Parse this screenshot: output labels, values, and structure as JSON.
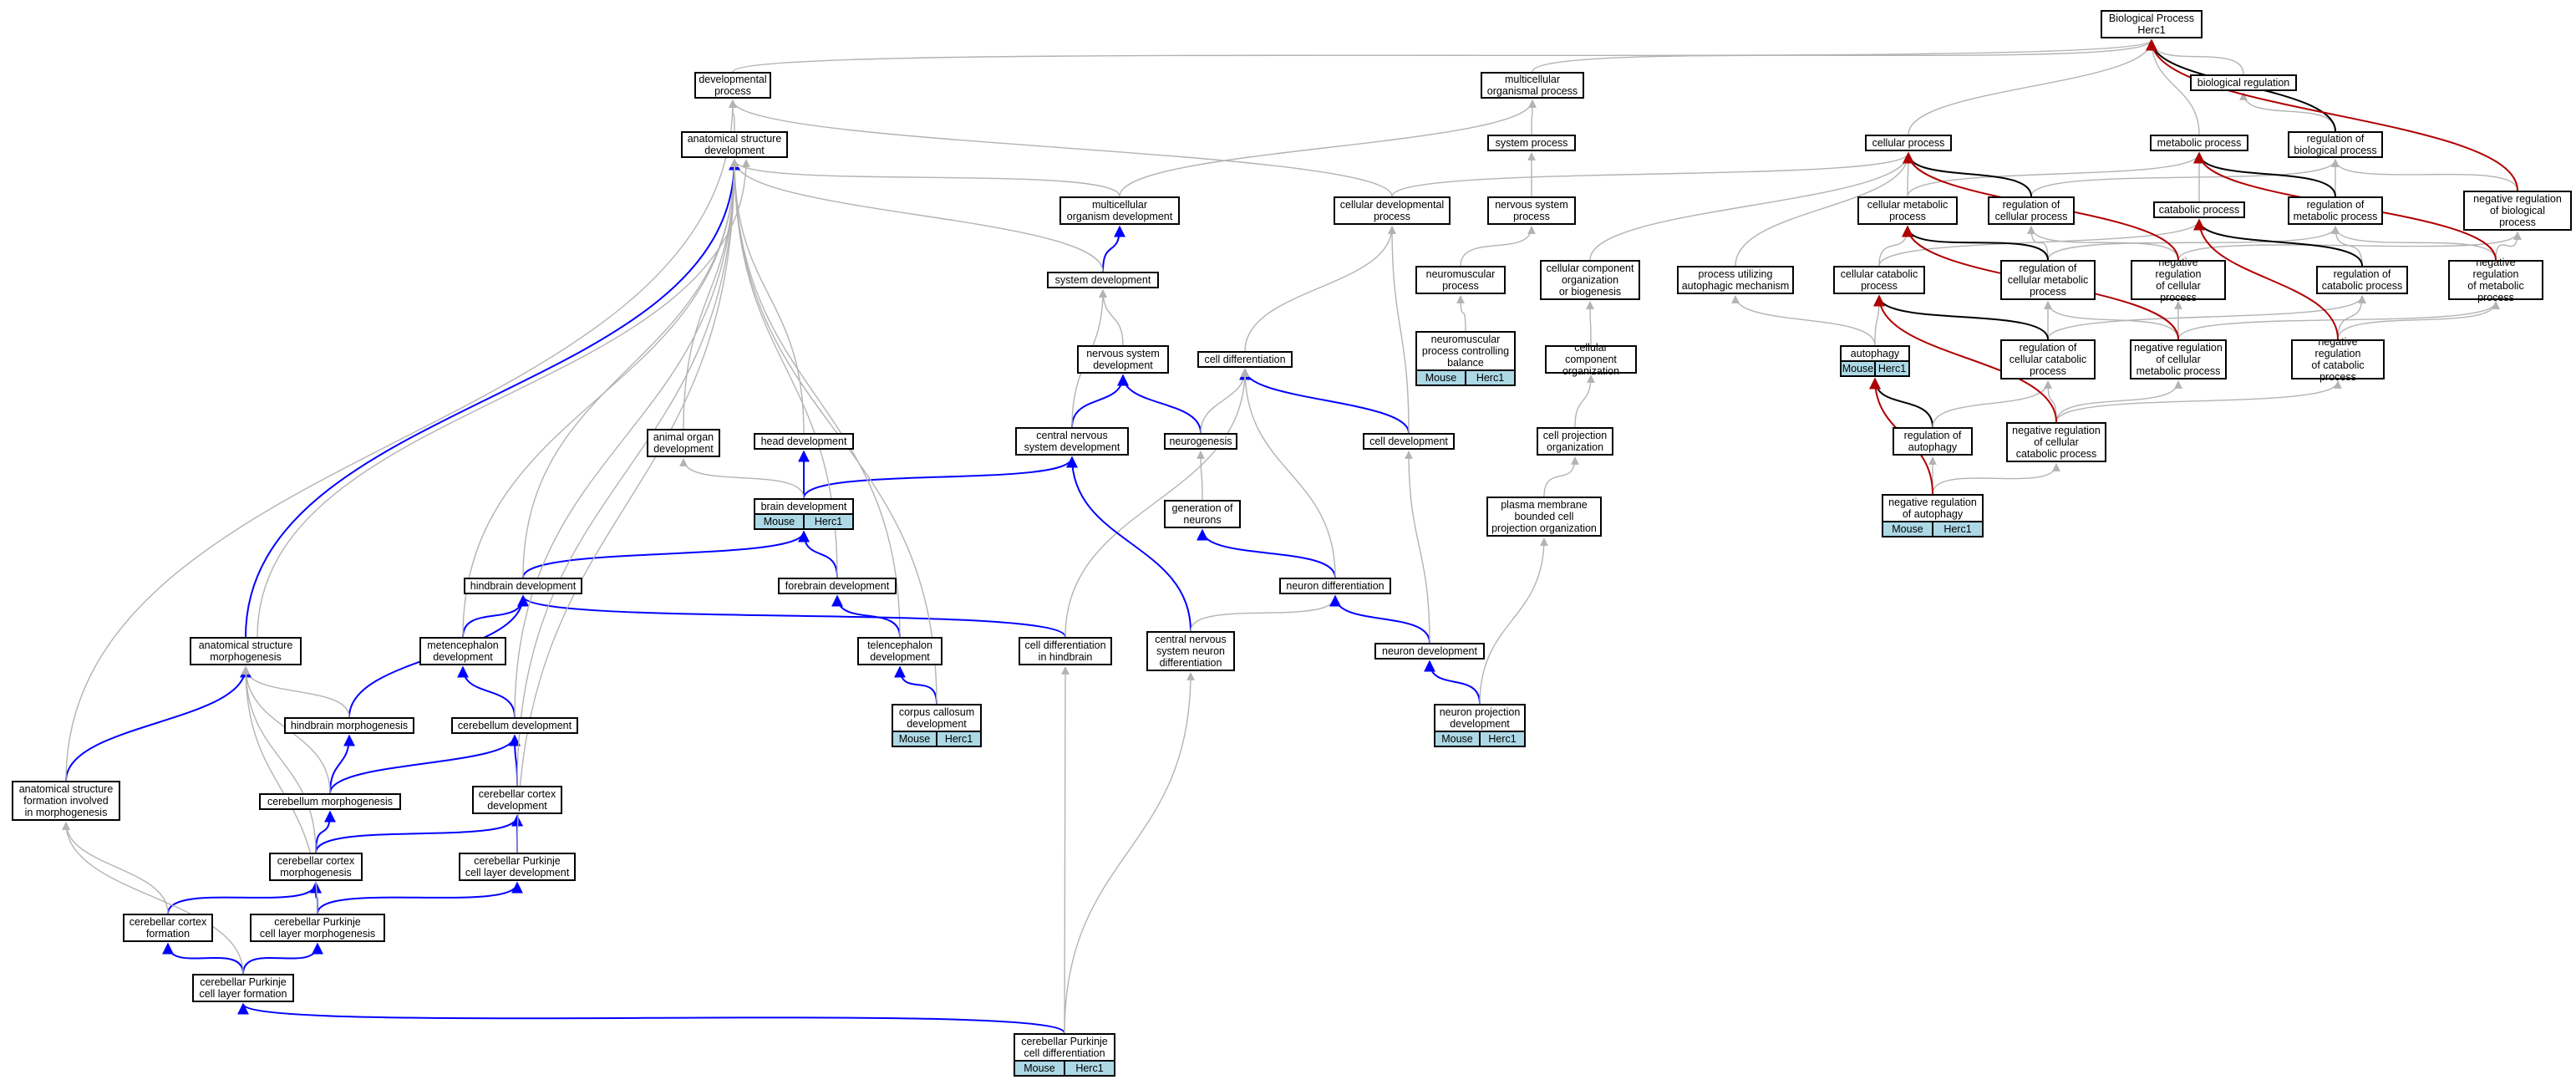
{
  "graph_title": "Biological Process\nHerc1",
  "annotation_labels": [
    "Mouse",
    "Herc1"
  ],
  "edge_colors": {
    "is_a": "#b3b3b3",
    "part_of": "#0000ff",
    "regulates": "#000000",
    "negatively_regulates": "#b00000"
  },
  "nodes": [
    {
      "id": "root",
      "label": "Biological Process\nHerc1"
    },
    {
      "id": "dev_process",
      "label": "developmental\nprocess"
    },
    {
      "id": "multicell_process",
      "label": "multicellular\norganismal process"
    },
    {
      "id": "bio_reg",
      "label": "biological regulation"
    },
    {
      "id": "anat_dev",
      "label": "anatomical structure\ndevelopment"
    },
    {
      "id": "system_process",
      "label": "system process"
    },
    {
      "id": "cellular_process",
      "label": "cellular process"
    },
    {
      "id": "metabolic_process",
      "label": "metabolic process"
    },
    {
      "id": "reg_bio_process",
      "label": "regulation of\nbiological process"
    },
    {
      "id": "multicell_dev",
      "label": "multicellular\norganism development"
    },
    {
      "id": "cell_dev_process",
      "label": "cellular developmental\nprocess"
    },
    {
      "id": "nervous_sys_process",
      "label": "nervous system\nprocess"
    },
    {
      "id": "cell_metab",
      "label": "cellular metabolic\nprocess"
    },
    {
      "id": "reg_cell_process",
      "label": "regulation of\ncellular process"
    },
    {
      "id": "catabolic",
      "label": "catabolic process"
    },
    {
      "id": "reg_metab",
      "label": "regulation of\nmetabolic process"
    },
    {
      "id": "neg_reg_bio",
      "label": "negative regulation\nof biological\nprocess"
    },
    {
      "id": "system_dev",
      "label": "system development"
    },
    {
      "id": "neuromuscular",
      "label": "neuromuscular\nprocess"
    },
    {
      "id": "cell_comp_org_biogen",
      "label": "cellular component\norganization\nor biogenesis"
    },
    {
      "id": "autophagic_mech",
      "label": "process utilizing\nautophagic mechanism"
    },
    {
      "id": "cell_catabolic",
      "label": "cellular catabolic\nprocess"
    },
    {
      "id": "reg_cell_metab",
      "label": "regulation of\ncellular metabolic\nprocess"
    },
    {
      "id": "neg_reg_cell",
      "label": "negative regulation\nof cellular\nprocess"
    },
    {
      "id": "reg_catab",
      "label": "regulation of\ncatabolic process"
    },
    {
      "id": "neg_reg_metab",
      "label": "negative regulation\nof metabolic\nprocess"
    },
    {
      "id": "nervous_sys_dev",
      "label": "nervous system\ndevelopment"
    },
    {
      "id": "cell_diff",
      "label": "cell differentiation"
    },
    {
      "id": "neuromuscular_balance",
      "label": "neuromuscular\nprocess controlling\nbalance",
      "annotated": true
    },
    {
      "id": "cell_comp_org",
      "label": "cellular component\norganization"
    },
    {
      "id": "autophagy",
      "label": "autophagy",
      "annotated": true
    },
    {
      "id": "reg_cell_catab",
      "label": "regulation of\ncellular catabolic\nprocess"
    },
    {
      "id": "neg_reg_cell_metab",
      "label": "negative regulation\nof cellular\nmetabolic process"
    },
    {
      "id": "neg_reg_catab",
      "label": "negative regulation\nof catabolic\nprocess"
    },
    {
      "id": "animal_organ_dev",
      "label": "animal organ\ndevelopment"
    },
    {
      "id": "head_dev",
      "label": "head development"
    },
    {
      "id": "cns_dev",
      "label": "central nervous\nsystem development"
    },
    {
      "id": "neurogenesis",
      "label": "neurogenesis"
    },
    {
      "id": "cell_development",
      "label": "cell development"
    },
    {
      "id": "cell_proj_org",
      "label": "cell projection\norganization"
    },
    {
      "id": "reg_autophagy",
      "label": "regulation of\nautophagy"
    },
    {
      "id": "neg_reg_cell_catab",
      "label": "negative regulation\nof cellular\ncatabolic process"
    },
    {
      "id": "brain_dev",
      "label": "brain development",
      "annotated": true
    },
    {
      "id": "gen_neurons",
      "label": "generation of\nneurons"
    },
    {
      "id": "pm_bounded",
      "label": "plasma membrane\nbounded cell\nprojection organization"
    },
    {
      "id": "neg_reg_autophagy",
      "label": "negative regulation\nof autophagy",
      "annotated": true
    },
    {
      "id": "hindbrain_dev",
      "label": "hindbrain development"
    },
    {
      "id": "forebrain_dev",
      "label": "forebrain development"
    },
    {
      "id": "neuron_diff",
      "label": "neuron differentiation"
    },
    {
      "id": "anat_morph",
      "label": "anatomical structure\nmorphogenesis"
    },
    {
      "id": "metencephalon",
      "label": "metencephalon\ndevelopment"
    },
    {
      "id": "telencephalon",
      "label": "telencephalon\ndevelopment"
    },
    {
      "id": "cell_diff_hindbrain",
      "label": "cell differentiation\nin hindbrain"
    },
    {
      "id": "cns_neuron_diff",
      "label": "central nervous\nsystem neuron\ndifferentiation"
    },
    {
      "id": "neuron_development",
      "label": "neuron development"
    },
    {
      "id": "corpus_callosum",
      "label": "corpus callosum\ndevelopment",
      "annotated": true
    },
    {
      "id": "neuron_proj_dev",
      "label": "neuron projection\ndevelopment",
      "annotated": true
    },
    {
      "id": "hindbrain_morph",
      "label": "hindbrain morphogenesis"
    },
    {
      "id": "cerebellum_dev",
      "label": "cerebellum development"
    },
    {
      "id": "anat_formation",
      "label": "anatomical structure\nformation involved\nin morphogenesis"
    },
    {
      "id": "cerebellum_morph",
      "label": "cerebellum morphogenesis"
    },
    {
      "id": "cereb_cortex_dev",
      "label": "cerebellar cortex\ndevelopment"
    },
    {
      "id": "cereb_cortex_morph",
      "label": "cerebellar cortex\nmorphogenesis"
    },
    {
      "id": "purkinje_layer_dev",
      "label": "cerebellar Purkinje\ncell layer development"
    },
    {
      "id": "cereb_cortex_formation",
      "label": "cerebellar cortex\nformation"
    },
    {
      "id": "purkinje_layer_morph",
      "label": "cerebellar Purkinje\ncell layer morphogenesis"
    },
    {
      "id": "purkinje_layer_formation",
      "label": "cerebellar Purkinje\ncell layer formation"
    },
    {
      "id": "purkinje_cell_diff",
      "label": "cerebellar Purkinje\ncell differentiation",
      "annotated": true
    }
  ],
  "edges": [
    [
      "dev_process",
      "root",
      "is_a"
    ],
    [
      "multicell_process",
      "root",
      "is_a"
    ],
    [
      "bio_reg",
      "root",
      "is_a"
    ],
    [
      "cellular_process",
      "root",
      "is_a"
    ],
    [
      "metabolic_process",
      "root",
      "is_a"
    ],
    [
      "reg_bio_process",
      "bio_reg",
      "is_a"
    ],
    [
      "reg_bio_process",
      "root",
      "regulates"
    ],
    [
      "neg_reg_bio",
      "reg_bio_process",
      "is_a"
    ],
    [
      "neg_reg_bio",
      "root",
      "negatively_regulates"
    ],
    [
      "anat_dev",
      "dev_process",
      "is_a"
    ],
    [
      "system_process",
      "multicell_process",
      "is_a"
    ],
    [
      "multicell_dev",
      "multicell_process",
      "is_a"
    ],
    [
      "multicell_dev",
      "anat_dev",
      "is_a"
    ],
    [
      "cell_dev_process",
      "dev_process",
      "is_a"
    ],
    [
      "cell_dev_process",
      "cellular_process",
      "is_a"
    ],
    [
      "nervous_sys_process",
      "system_process",
      "is_a"
    ],
    [
      "cell_metab",
      "cellular_process",
      "is_a"
    ],
    [
      "cell_metab",
      "metabolic_process",
      "is_a"
    ],
    [
      "reg_cell_process",
      "reg_bio_process",
      "is_a"
    ],
    [
      "reg_cell_process",
      "cellular_process",
      "regulates"
    ],
    [
      "catabolic",
      "metabolic_process",
      "is_a"
    ],
    [
      "reg_metab",
      "reg_bio_process",
      "is_a"
    ],
    [
      "reg_metab",
      "metabolic_process",
      "regulates"
    ],
    [
      "system_dev",
      "multicell_dev",
      "part_of"
    ],
    [
      "system_dev",
      "anat_dev",
      "is_a"
    ],
    [
      "neuromuscular",
      "nervous_sys_process",
      "is_a"
    ],
    [
      "cell_comp_org_biogen",
      "cellular_process",
      "is_a"
    ],
    [
      "autophagic_mech",
      "cellular_process",
      "is_a"
    ],
    [
      "cell_catabolic",
      "cell_metab",
      "is_a"
    ],
    [
      "cell_catabolic",
      "catabolic",
      "is_a"
    ],
    [
      "reg_cell_metab",
      "reg_cell_process",
      "is_a"
    ],
    [
      "reg_cell_metab",
      "reg_metab",
      "is_a"
    ],
    [
      "reg_cell_metab",
      "cell_metab",
      "regulates"
    ],
    [
      "neg_reg_cell",
      "reg_cell_process",
      "is_a"
    ],
    [
      "neg_reg_cell",
      "neg_reg_bio",
      "is_a"
    ],
    [
      "neg_reg_cell",
      "cellular_process",
      "negatively_regulates"
    ],
    [
      "reg_catab",
      "reg_metab",
      "is_a"
    ],
    [
      "reg_catab",
      "catabolic",
      "regulates"
    ],
    [
      "neg_reg_metab",
      "reg_metab",
      "is_a"
    ],
    [
      "neg_reg_metab",
      "neg_reg_bio",
      "is_a"
    ],
    [
      "neg_reg_metab",
      "metabolic_process",
      "negatively_regulates"
    ],
    [
      "nervous_sys_dev",
      "system_dev",
      "is_a"
    ],
    [
      "cell_diff",
      "cell_dev_process",
      "is_a"
    ],
    [
      "neuromuscular_balance",
      "neuromuscular",
      "is_a"
    ],
    [
      "cell_comp_org",
      "cell_comp_org_biogen",
      "is_a"
    ],
    [
      "autophagy",
      "cell_catabolic",
      "is_a"
    ],
    [
      "autophagy",
      "autophagic_mech",
      "is_a"
    ],
    [
      "reg_cell_catab",
      "reg_cell_metab",
      "is_a"
    ],
    [
      "reg_cell_catab",
      "reg_catab",
      "is_a"
    ],
    [
      "reg_cell_catab",
      "cell_catabolic",
      "regulates"
    ],
    [
      "neg_reg_cell_metab",
      "reg_cell_metab",
      "is_a"
    ],
    [
      "neg_reg_cell_metab",
      "neg_reg_cell",
      "is_a"
    ],
    [
      "neg_reg_cell_metab",
      "neg_reg_metab",
      "is_a"
    ],
    [
      "neg_reg_cell_metab",
      "cell_metab",
      "negatively_regulates"
    ],
    [
      "neg_reg_catab",
      "reg_catab",
      "is_a"
    ],
    [
      "neg_reg_catab",
      "neg_reg_metab",
      "is_a"
    ],
    [
      "neg_reg_catab",
      "catabolic",
      "negatively_regulates"
    ],
    [
      "animal_organ_dev",
      "anat_dev",
      "is_a"
    ],
    [
      "head_dev",
      "anat_dev",
      "is_a"
    ],
    [
      "cns_dev",
      "nervous_sys_dev",
      "part_of"
    ],
    [
      "cns_dev",
      "system_dev",
      "is_a"
    ],
    [
      "neurogenesis",
      "nervous_sys_dev",
      "part_of"
    ],
    [
      "neurogenesis",
      "cell_diff",
      "is_a"
    ],
    [
      "cell_development",
      "cell_diff",
      "part_of"
    ],
    [
      "cell_development",
      "cell_dev_process",
      "is_a"
    ],
    [
      "cell_proj_org",
      "cell_comp_org",
      "is_a"
    ],
    [
      "reg_autophagy",
      "autophagy",
      "regulates"
    ],
    [
      "reg_autophagy",
      "reg_cell_catab",
      "is_a"
    ],
    [
      "neg_reg_cell_catab",
      "reg_cell_catab",
      "is_a"
    ],
    [
      "neg_reg_cell_catab",
      "neg_reg_cell_metab",
      "is_a"
    ],
    [
      "neg_reg_cell_catab",
      "neg_reg_catab",
      "is_a"
    ],
    [
      "neg_reg_cell_catab",
      "cell_catabolic",
      "negatively_regulates"
    ],
    [
      "brain_dev",
      "head_dev",
      "part_of"
    ],
    [
      "brain_dev",
      "cns_dev",
      "part_of"
    ],
    [
      "brain_dev",
      "animal_organ_dev",
      "is_a"
    ],
    [
      "gen_neurons",
      "neurogenesis",
      "is_a"
    ],
    [
      "pm_bounded",
      "cell_proj_org",
      "is_a"
    ],
    [
      "neg_reg_autophagy",
      "reg_autophagy",
      "is_a"
    ],
    [
      "neg_reg_autophagy",
      "neg_reg_cell_catab",
      "is_a"
    ],
    [
      "neg_reg_autophagy",
      "autophagy",
      "negatively_regulates"
    ],
    [
      "hindbrain_dev",
      "brain_dev",
      "part_of"
    ],
    [
      "hindbrain_dev",
      "anat_dev",
      "is_a"
    ],
    [
      "forebrain_dev",
      "brain_dev",
      "part_of"
    ],
    [
      "forebrain_dev",
      "anat_dev",
      "is_a"
    ],
    [
      "neuron_diff",
      "gen_neurons",
      "part_of"
    ],
    [
      "neuron_diff",
      "cell_diff",
      "is_a"
    ],
    [
      "anat_morph",
      "anat_dev",
      "part_of"
    ],
    [
      "anat_morph",
      "anat_dev",
      "is_a"
    ],
    [
      "metencephalon",
      "hindbrain_dev",
      "part_of"
    ],
    [
      "metencephalon",
      "anat_dev",
      "is_a"
    ],
    [
      "telencephalon",
      "forebrain_dev",
      "part_of"
    ],
    [
      "telencephalon",
      "anat_dev",
      "is_a"
    ],
    [
      "cell_diff_hindbrain",
      "hindbrain_dev",
      "part_of"
    ],
    [
      "cell_diff_hindbrain",
      "cell_diff",
      "is_a"
    ],
    [
      "cns_neuron_diff",
      "cns_dev",
      "part_of"
    ],
    [
      "cns_neuron_diff",
      "neuron_diff",
      "is_a"
    ],
    [
      "neuron_development",
      "neuron_diff",
      "part_of"
    ],
    [
      "neuron_development",
      "cell_development",
      "is_a"
    ],
    [
      "corpus_callosum",
      "telencephalon",
      "part_of"
    ],
    [
      "corpus_callosum",
      "anat_dev",
      "is_a"
    ],
    [
      "neuron_proj_dev",
      "neuron_development",
      "part_of"
    ],
    [
      "neuron_proj_dev",
      "pm_bounded",
      "is_a"
    ],
    [
      "hindbrain_morph",
      "hindbrain_dev",
      "part_of"
    ],
    [
      "hindbrain_morph",
      "anat_morph",
      "is_a"
    ],
    [
      "cerebellum_dev",
      "metencephalon",
      "part_of"
    ],
    [
      "cerebellum_dev",
      "anat_dev",
      "is_a"
    ],
    [
      "anat_formation",
      "anat_morph",
      "part_of"
    ],
    [
      "anat_formation",
      "dev_process",
      "is_a"
    ],
    [
      "cerebellum_morph",
      "hindbrain_morph",
      "part_of"
    ],
    [
      "cerebellum_morph",
      "cerebellum_dev",
      "part_of"
    ],
    [
      "cerebellum_morph",
      "anat_morph",
      "is_a"
    ],
    [
      "cereb_cortex_dev",
      "cerebellum_dev",
      "part_of"
    ],
    [
      "cereb_cortex_dev",
      "anat_dev",
      "is_a"
    ],
    [
      "cereb_cortex_morph",
      "cerebellum_morph",
      "part_of"
    ],
    [
      "cereb_cortex_morph",
      "cereb_cortex_dev",
      "part_of"
    ],
    [
      "cereb_cortex_morph",
      "anat_morph",
      "is_a"
    ],
    [
      "purkinje_layer_dev",
      "cereb_cortex_dev",
      "part_of"
    ],
    [
      "purkinje_layer_dev",
      "anat_dev",
      "is_a"
    ],
    [
      "cereb_cortex_formation",
      "cereb_cortex_morph",
      "part_of"
    ],
    [
      "cereb_cortex_formation",
      "anat_formation",
      "is_a"
    ],
    [
      "purkinje_layer_morph",
      "cereb_cortex_morph",
      "part_of"
    ],
    [
      "purkinje_layer_morph",
      "purkinje_layer_dev",
      "part_of"
    ],
    [
      "purkinje_layer_morph",
      "anat_morph",
      "is_a"
    ],
    [
      "purkinje_layer_formation",
      "cereb_cortex_formation",
      "part_of"
    ],
    [
      "purkinje_layer_formation",
      "purkinje_layer_morph",
      "part_of"
    ],
    [
      "purkinje_layer_formation",
      "anat_formation",
      "is_a"
    ],
    [
      "purkinje_cell_diff",
      "purkinje_layer_formation",
      "part_of"
    ],
    [
      "purkinje_cell_diff",
      "cell_diff_hindbrain",
      "is_a"
    ],
    [
      "purkinje_cell_diff",
      "cns_neuron_diff",
      "is_a"
    ]
  ]
}
